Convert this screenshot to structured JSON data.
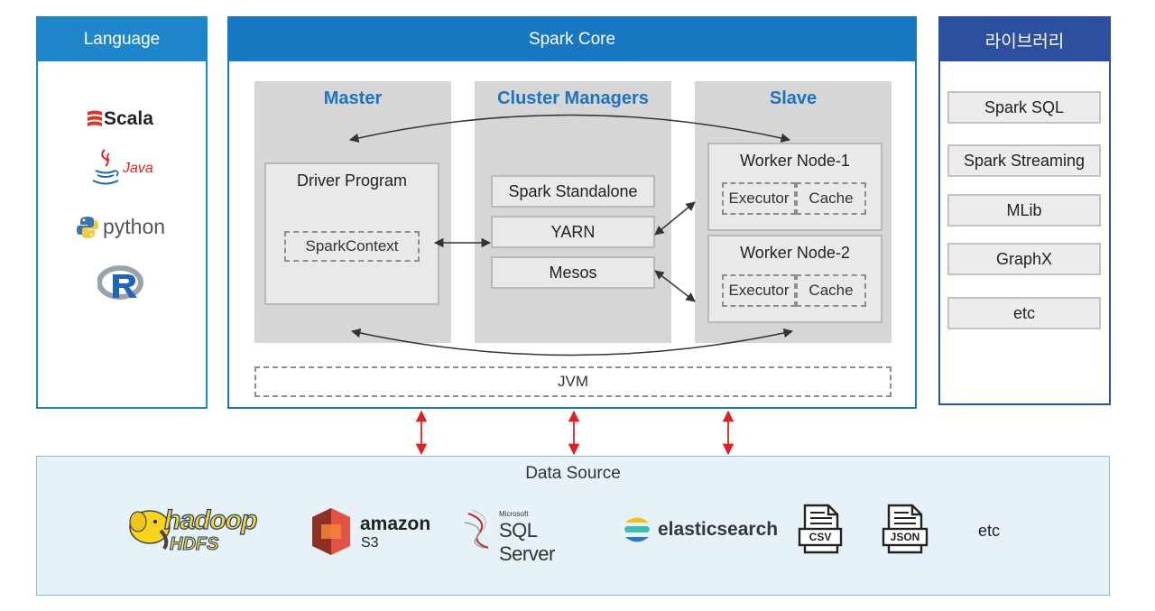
{
  "language": {
    "title": "Language",
    "items": [
      {
        "label": "Scala",
        "icon": "scala-logo",
        "color": "#de3423"
      },
      {
        "label": "Java",
        "icon": "java-logo",
        "color": "#e41e26"
      },
      {
        "label": "python",
        "icon": "python-logo",
        "color": "#555555"
      },
      {
        "label": "R",
        "icon": "r-logo",
        "color": "#2165b6"
      }
    ]
  },
  "core": {
    "title": "Spark Core",
    "master": {
      "title": "Master",
      "driver": "Driver Program",
      "context": "SparkContext"
    },
    "cluster": {
      "title": "Cluster Managers",
      "items": [
        "Spark Standalone",
        "YARN",
        "Mesos"
      ]
    },
    "slave": {
      "title": "Slave",
      "nodes": [
        {
          "name": "Worker Node-1",
          "executor": "Executor",
          "cache": "Cache"
        },
        {
          "name": "Worker Node-2",
          "executor": "Executor",
          "cache": "Cache"
        }
      ]
    },
    "jvm": "JVM"
  },
  "library": {
    "title": "라이브러리",
    "items": [
      "Spark SQL",
      "Spark Streaming",
      "MLib",
      "GraphX",
      "etc"
    ]
  },
  "datasource": {
    "title": "Data Source",
    "hadoop": {
      "main": "hadoop",
      "sub": "HDFS"
    },
    "amazon": {
      "main": "amazon",
      "sub": "S3"
    },
    "sqlserver": {
      "small": "Microsoft",
      "main": "SQL Server"
    },
    "elastic": "elasticsearch",
    "csv": "CSV",
    "json": "JSON",
    "etc": "etc"
  },
  "colors": {
    "language_accent": "#1e87c9",
    "core_accent": "#1778c1",
    "library_accent": "#2c4f9e",
    "column_title": "#1e73be",
    "red_arrow": "#e02020"
  }
}
